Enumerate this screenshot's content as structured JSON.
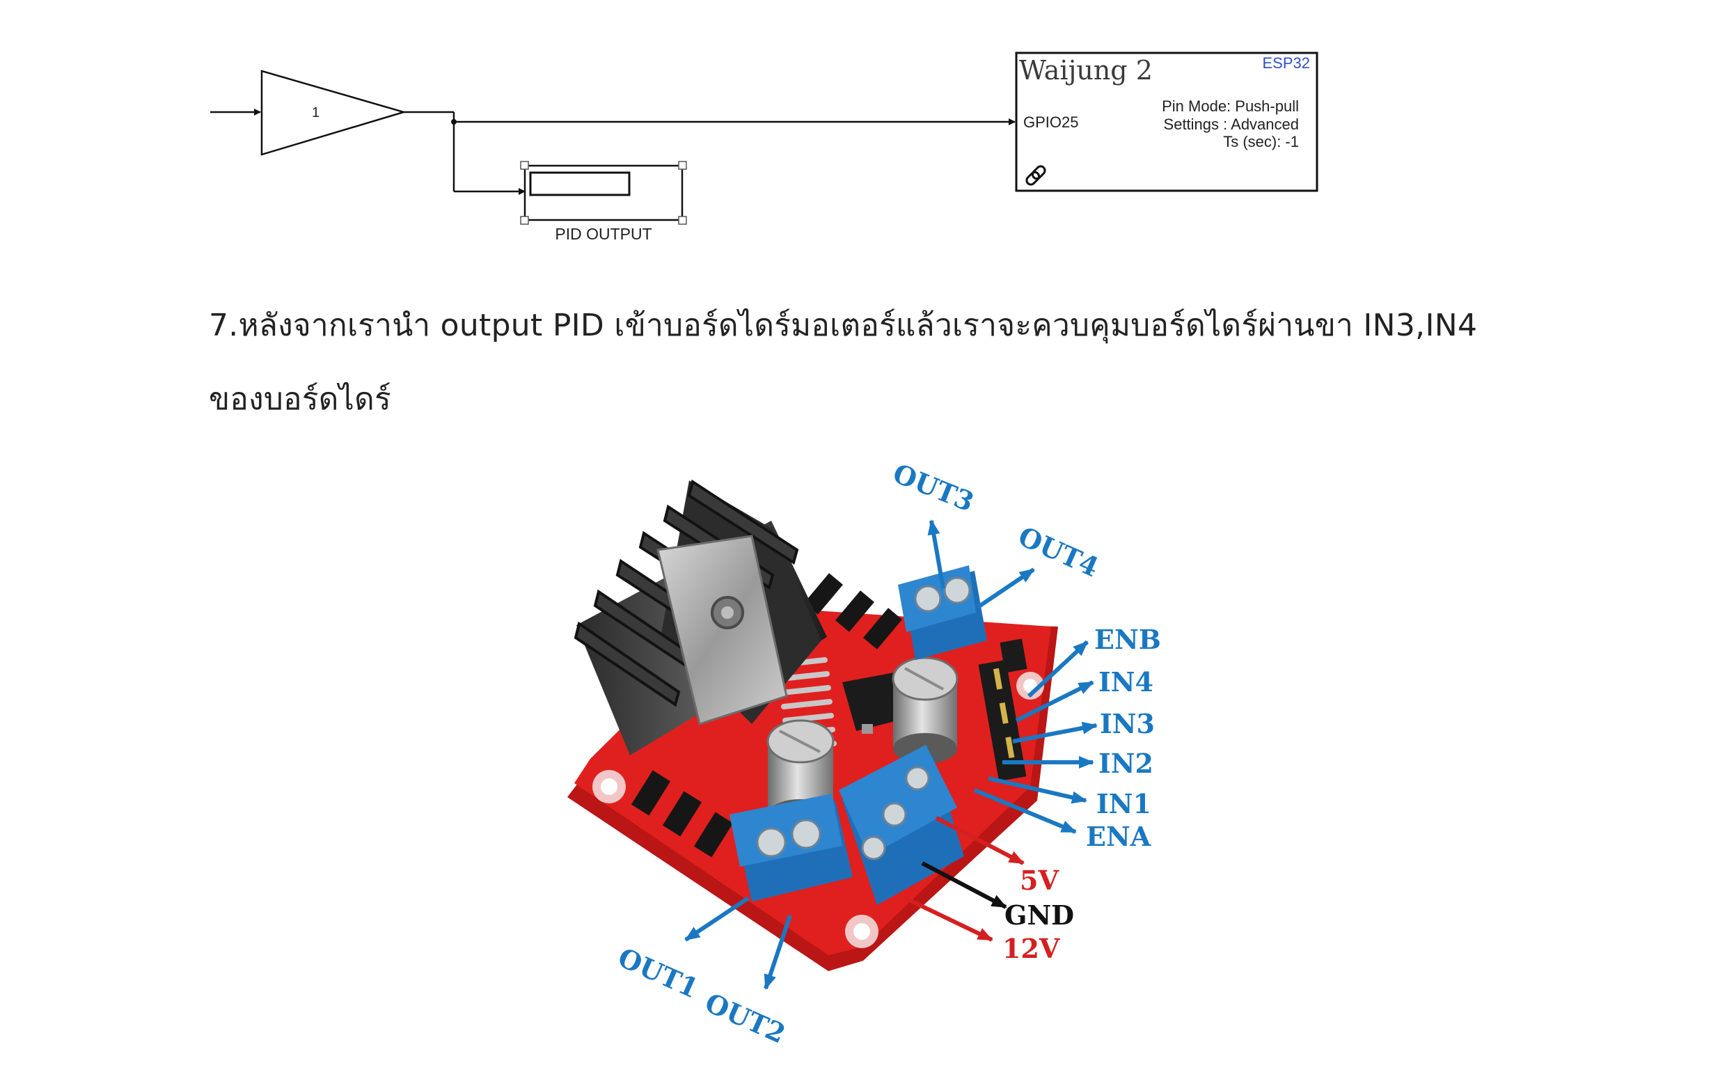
{
  "diagram": {
    "gain": {
      "value": "1"
    },
    "display": {
      "label": "PID OUTPUT"
    },
    "waijung": {
      "title": "Waijung 2",
      "chip": "ESP32",
      "port": "GPIO25",
      "line1": "Pin Mode: Push-pull",
      "line2": "Settings : Advanced",
      "line3": "Ts (sec): -1"
    }
  },
  "document": {
    "step_line1": "7.หลังจากเรานำ output PID เข้าบอร์ดไดร์มอเตอร์แล้วเราจะควบคุมบอร์ดไดร์ผ่านขา IN3,IN4",
    "step_line2": "ของบอร์ดไดร์"
  },
  "board": {
    "pins": {
      "out3": "OUT3",
      "out4": "OUT4",
      "enb": "ENB",
      "in4": "IN4",
      "in3": "IN3",
      "in2": "IN2",
      "in1": "IN1",
      "ena": "ENA",
      "v5": "5V",
      "gnd": "GND",
      "v12": "12V",
      "out1": "OUT1",
      "out2": "OUT2"
    },
    "colors": {
      "label_blue": "#1a78c2",
      "power_red": "#d42020",
      "board_red": "#e0201e",
      "terminal_blue": "#2e86d0"
    }
  }
}
